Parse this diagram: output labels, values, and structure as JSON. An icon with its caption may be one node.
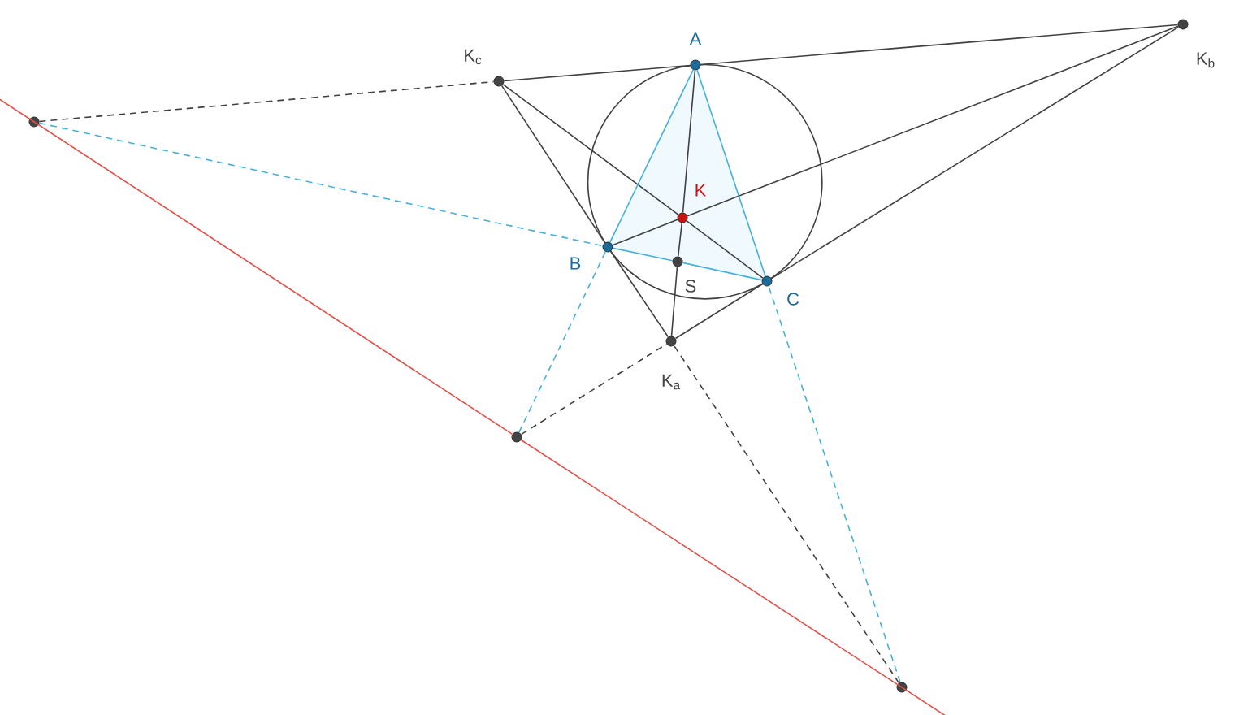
{
  "diagram": {
    "nodes": [
      {
        "text": [
          "A"
        ]
      },
      {
        "text": [
          "K$_{c}$"
        ]
      },
      {
        "text": [
          "K$_{b}$"
        ]
      },
      {
        "text": [
          "K"
        ]
      },
      {
        "text": [
          "B"
        ]
      },
      {
        "text": [
          "S"
        ]
      },
      {
        "text": [
          "C"
        ]
      },
      {
        "text": [
          "K$_{a}$"
        ]
      },
      {
        "text": [],
        "shape": "circle"
      },
      {
        "text": [],
        "shape": "circle"
      },
      {
        "text": [],
        "shape": "circle"
      }
    ],
    "edges": [
      {
        "from": 1,
        "to": 0,
        "arrow": "none"
      },
      {
        "from": 0,
        "to": 2,
        "arrow": "none"
      },
      {
        "from": 1,
        "to": 4,
        "arrow": "none"
      },
      {
        "from": 4,
        "to": 7,
        "arrow": "none"
      },
      {
        "from": 2,
        "to": 6,
        "arrow": "none"
      },
      {
        "from": 6,
        "to": 7,
        "arrow": "none"
      },
      {
        "from": 0,
        "to": 3,
        "arrow": "none"
      },
      {
        "from": 3,
        "to": 5,
        "arrow": "none"
      },
      {
        "from": 5,
        "to": 7,
        "arrow": "none"
      },
      {
        "from": 1,
        "to": 3,
        "arrow": "none"
      },
      {
        "from": 3,
        "to": 6,
        "arrow": "none"
      },
      {
        "from": 2,
        "to": 3,
        "arrow": "none"
      },
      {
        "from": 3,
        "to": 4,
        "arrow": "none"
      },
      {
        "from": 0,
        "to": 4,
        "arrow": "none",
        "color": "#45b0dc"
      },
      {
        "from": 4,
        "to": 5,
        "arrow": "none",
        "color": "#45b0dc"
      },
      {
        "from": 5,
        "to": 6,
        "arrow": "none",
        "color": "#45b0dc"
      },
      {
        "from": 6,
        "to": 0,
        "arrow": "none",
        "color": "#45b0dc"
      },
      {
        "from": 8,
        "to": 1,
        "arrow": "none",
        "style": "dashed"
      },
      {
        "from": 9,
        "to": 7,
        "arrow": "none",
        "style": "dashed"
      },
      {
        "from": 10,
        "to": 7,
        "arrow": "none",
        "style": "dashed"
      },
      {
        "from": 8,
        "to": 4,
        "arrow": "none",
        "style": "dashed",
        "color": "#45b0dc"
      },
      {
        "from": 9,
        "to": 4,
        "arrow": "none",
        "style": "dashed",
        "color": "#45b0dc"
      },
      {
        "from": 10,
        "to": 6,
        "arrow": "none",
        "style": "dashed",
        "color": "#45b0dc"
      },
      {
        "from": 8,
        "to": 9,
        "arrow": "none",
        "color": "#e0504a"
      },
      {
        "from": 9,
        "to": 10,
        "arrow": "none",
        "color": "#e0504a"
      }
    ]
  }
}
